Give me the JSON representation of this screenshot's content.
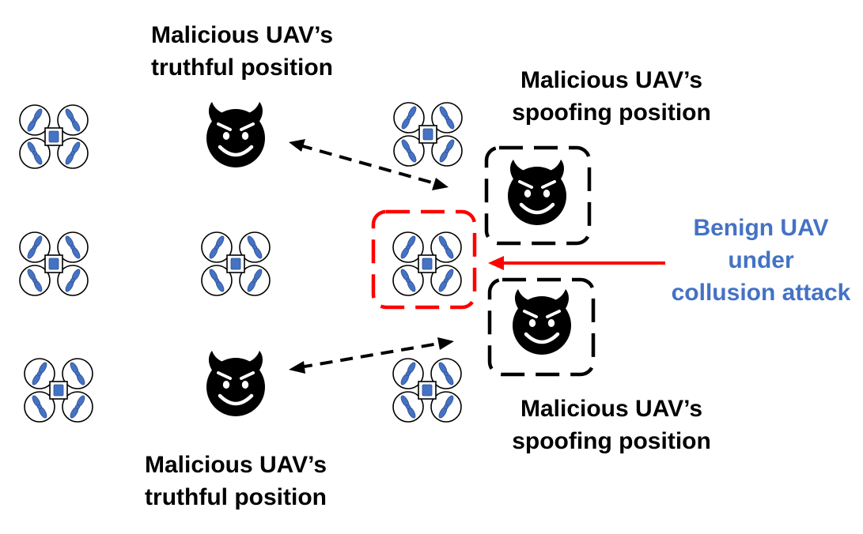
{
  "labels": {
    "truthful_top": {
      "line1": "Malicious UAV’s",
      "line2": "truthful position"
    },
    "spoofing_top": {
      "line1": "Malicious UAV’s",
      "line2": "spoofing position"
    },
    "spoofing_bottom": {
      "line1": "Malicious UAV’s",
      "line2": "spoofing position"
    },
    "truthful_bottom": {
      "line1": "Malicious UAV’s",
      "line2": "truthful position"
    },
    "benign": {
      "line1": "Benign UAV",
      "line2": "under",
      "line3": "collusion attack"
    }
  },
  "colors": {
    "drone_blue": "#4472C4",
    "attack_red": "#FF0000",
    "dark": "#000000",
    "label_blue": "#4472C4"
  },
  "icons": {
    "drone": "quadcopter-icon",
    "devil": "smiling-devil-icon"
  }
}
